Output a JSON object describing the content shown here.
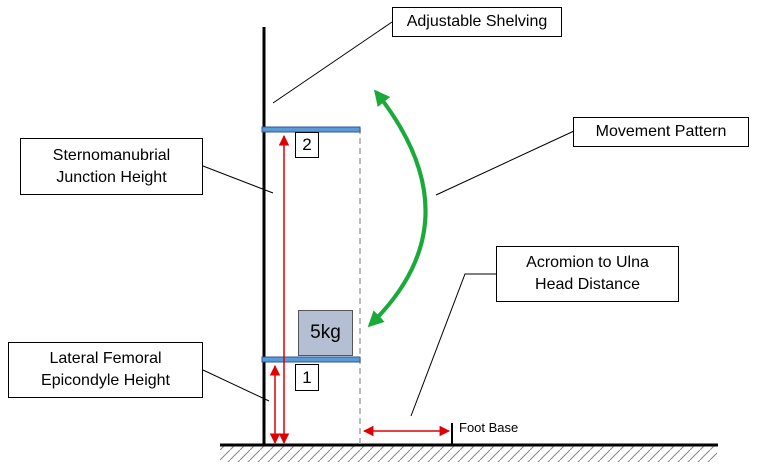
{
  "labels": {
    "adjustable_shelving": "Adjustable Shelving",
    "movement_pattern": "Movement Pattern",
    "sternomanubrial_line1": "Sternomanubrial",
    "sternomanubrial_line2": "Junction Height",
    "acromion_line1": "Acromion to Ulna",
    "acromion_line2": "Head Distance",
    "lateral_line1": "Lateral Femoral",
    "lateral_line2": "Epicondyle Height",
    "foot_base": "Foot Base",
    "shelf_upper_number": "2",
    "shelf_lower_number": "1",
    "weight": "5kg"
  },
  "colors": {
    "shelf": "#5b9bd5",
    "shelf_outline": "#2f5597",
    "measure_arrow": "#e00000",
    "movement_arrow": "#1aaa3a",
    "weight_fill": "#b4bfd3",
    "dashed_line": "#a6a6a6",
    "ground_hatch": "#888888"
  }
}
